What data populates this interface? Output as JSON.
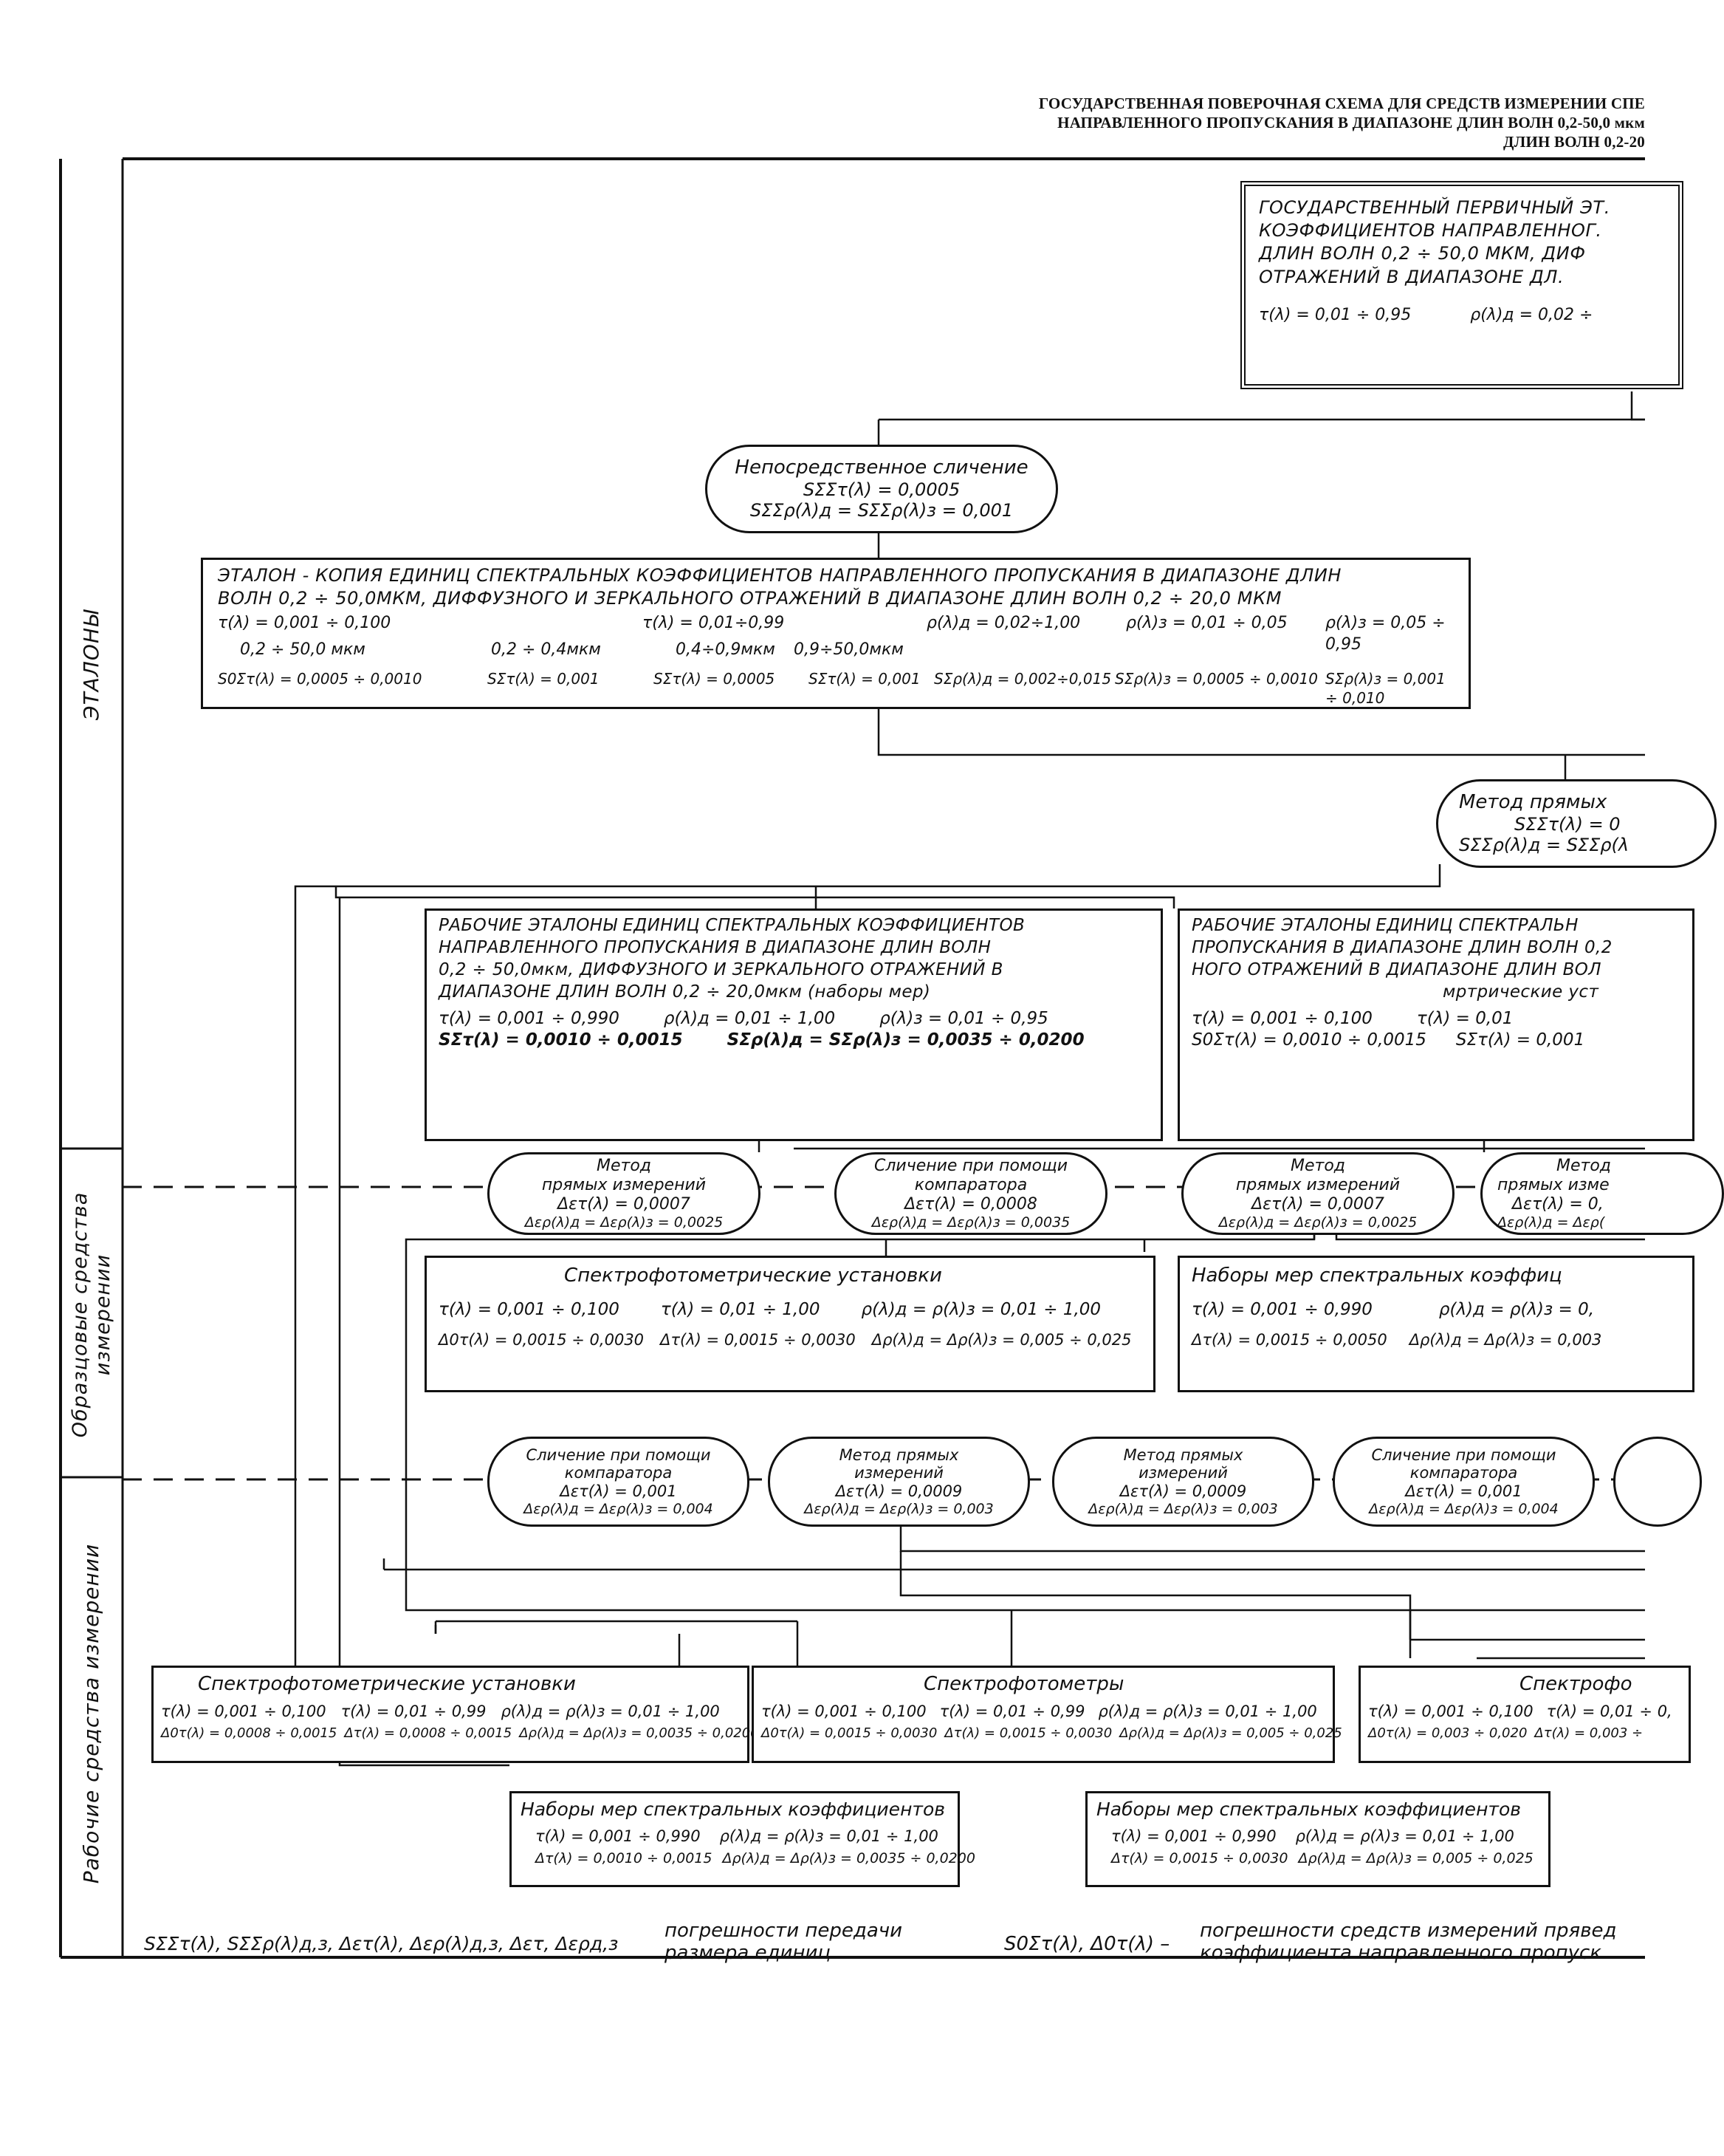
{
  "header": {
    "line1": "ГОСУДАРСТВЕННАЯ ПОВЕРОЧНАЯ СХЕМА ДЛЯ СРЕДСТВ ИЗМЕРЕНИИ СПЕ",
    "line2": "НАПРАВЛЕННОГО ПРОПУСКАНИЯ В ДИАПАЗОНЕ ДЛИН ВОЛН 0,2-50,0 мкм",
    "line3": "ДЛИН ВОЛН 0,2-20"
  },
  "sections": {
    "etalons": "ЭТАЛОНЫ",
    "reference_line1": "Образцовые средства",
    "reference_line2": "измерении",
    "working": "Рабочие  средства  измерении"
  },
  "primary": {
    "lines": [
      "ГОСУДАРСТВЕННЫЙ ПЕРВИЧНЫЙ ЭТ.",
      "КОЭФФИЦИЕНТОВ НАПРАВЛЕННОГ.",
      "ДЛИН ВОЛН 0,2 ÷ 50,0 МКМ, ДИФ",
      "ОТРАЖЕНИЙ В ДИАПАЗОНЕ ДЛ."
    ],
    "param1": "τ(λ) = 0,01 ÷ 0,95",
    "param2": "ρ(λ)д = 0,02 ÷"
  },
  "method1": {
    "title": "Непосредственное сличение",
    "l2": "SΣΣτ(λ) = 0,0005",
    "l3": "SΣΣρ(λ)д = SΣΣρ(λ)з = 0,001"
  },
  "copy": {
    "line1": "ЭТАЛОН - КОПИЯ  ЕДИНИЦ  СПЕКТРАЛЬНЫХ  КОЭФФИЦИЕНТОВ  НАПРАВЛЕННОГО  ПРОПУСКАНИЯ  В  ДИАПАЗОНЕ  ДЛИН",
    "line2": "ВОЛН 0,2 ÷ 50,0МКМ, ДИФФУЗНОГО И ЗЕРКАЛЬНОГО ОТРАЖЕНИЙ В ДИАПАЗОНЕ  ДЛИН  ВОЛН 0,2 ÷ 20,0 МКМ",
    "r1": [
      "τ(λ) = 0,001 ÷ 0,100",
      "τ(λ) = 0,01÷0,99",
      "ρ(λ)д = 0,02÷1,00",
      "ρ(λ)з = 0,01 ÷ 0,05",
      "ρ(λ)з = 0,05 ÷ 0,95"
    ],
    "r2": [
      "0,2 ÷ 50,0 мкм",
      "0,2 ÷ 0,4мкм",
      "0,4÷0,9мкм",
      "0,9÷50,0мкм"
    ],
    "r3": [
      "S0Στ(λ) = 0,0005 ÷ 0,0010",
      "SΣτ(λ) = 0,001",
      "SΣτ(λ) = 0,0005",
      "SΣτ(λ) = 0,001",
      "SΣρ(λ)д = 0,002÷0,015",
      "SΣρ(λ)з = 0,0005 ÷ 0,0010",
      "SΣρ(λ)з = 0,001 ÷ 0,010"
    ]
  },
  "method2": {
    "title": "Метод прямых",
    "l2": "SΣΣτ(λ) = 0",
    "l3": "SΣΣρ(λ)д = SΣΣρ(λ"
  },
  "work_left": {
    "lines": [
      "РАБОЧИЕ ЭТАЛОНЫ ЕДИНИЦ СПЕКТРАЛЬНЫХ КОЭФФИЦИЕНТОВ",
      "НАПРАВЛЕННОГО ПРОПУСКАНИЯ В ДИАПАЗОНЕ ДЛИН ВОЛН",
      "0,2 ÷ 50,0мкм, ДИФФУЗНОГО И ЗЕРКАЛЬНОГО ОТРАЖЕНИЙ В",
      "ДИАПАЗОНЕ ДЛИН ВОЛН 0,2 ÷ 20,0мкм (наборы мер)"
    ],
    "p": [
      "τ(λ) = 0,001 ÷ 0,990",
      "ρ(λ)д = 0,01 ÷ 1,00",
      "ρ(λ)з = 0,01 ÷ 0,95"
    ],
    "s": [
      "SΣτ(λ) = 0,0010 ÷ 0,0015",
      "SΣρ(λ)д = SΣρ(λ)з = 0,0035 ÷ 0,0200"
    ]
  },
  "work_right": {
    "lines": [
      "РАБОЧИЕ ЭТАЛОНЫ ЕДИНИЦ СПЕКТРАЛЬН",
      "ПРОПУСКАНИЯ В ДИАПАЗОНЕ ДЛИН ВОЛН 0,2",
      "НОГО ОТРАЖЕНИЙ В ДИАПАЗОНЕ ДЛИН ВОЛ",
      "мртрические уст"
    ],
    "p": [
      "τ(λ) = 0,001 ÷ 0,100",
      "τ(λ) = 0,01"
    ],
    "s": [
      "S0Στ(λ) = 0,0010 ÷ 0,0015",
      "SΣτ(λ) = 0,001"
    ]
  },
  "m_row1": [
    {
      "l1": "Метод",
      "l2": "прямых измерений",
      "l3": "Δετ(λ) = 0,0007",
      "l4": "Δερ(λ)д = Δερ(λ)з = 0,0025"
    },
    {
      "l1": "Сличение при помощи",
      "l2": "компаратора",
      "l3": "Δετ(λ) = 0,0008",
      "l4": "Δερ(λ)д = Δερ(λ)з = 0,0035"
    },
    {
      "l1": "Метод",
      "l2": "прямых измерений",
      "l3": "Δετ(λ) = 0,0007",
      "l4": "Δερ(λ)д = Δερ(λ)з = 0,0025"
    },
    {
      "l1": "Метод",
      "l2": "прямых изме",
      "l3": "Δετ(λ) = 0,",
      "l4": "Δερ(λ)д = Δερ("
    }
  ],
  "ref_left": {
    "title": "Спектрофотометрические установки",
    "r1": [
      "τ(λ) = 0,001 ÷ 0,100",
      "τ(λ) = 0,01 ÷ 1,00",
      "ρ(λ)д = ρ(λ)з = 0,01 ÷ 1,00"
    ],
    "r2": [
      "Δ0τ(λ) = 0,0015 ÷ 0,0030",
      "Δτ(λ) = 0,0015 ÷ 0,0030",
      "Δρ(λ)д = Δρ(λ)з = 0,005 ÷ 0,025"
    ]
  },
  "ref_right": {
    "title": "Наборы мер спектральных коэффиц",
    "r1": [
      "τ(λ) = 0,001 ÷ 0,990",
      "ρ(λ)д = ρ(λ)з = 0,"
    ],
    "r2": [
      "Δτ(λ) = 0,0015 ÷ 0,0050",
      "Δρ(λ)д = Δρ(λ)з = 0,003"
    ]
  },
  "m_row2": [
    {
      "l1": "Сличение при помощи",
      "l2": "компаратора",
      "l3": "Δετ(λ) = 0,001",
      "l4": "Δερ(λ)д = Δερ(λ)з = 0,004"
    },
    {
      "l1": "Метод прямых",
      "l2": "измерений",
      "l3": "Δετ(λ) = 0,0009",
      "l4": "Δερ(λ)д = Δερ(λ)з = 0,003"
    },
    {
      "l1": "Метод прямых",
      "l2": "измерений",
      "l3": "Δετ(λ) = 0,0009",
      "l4": "Δερ(λ)д = Δερ(λ)з = 0,003"
    },
    {
      "l1": "Сличение при помощи",
      "l2": "компаратора",
      "l3": "Δετ(λ) = 0,001",
      "l4": "Δερ(λ)д = Δερ(λ)з = 0,004"
    }
  ],
  "wk1": {
    "title": "Спектрофотометрические  установки",
    "r1": [
      "τ(λ) = 0,001 ÷ 0,100",
      "τ(λ) = 0,01 ÷ 0,99",
      "ρ(λ)д = ρ(λ)з = 0,01 ÷ 1,00"
    ],
    "r2": [
      "Δ0τ(λ) = 0,0008 ÷ 0,0015",
      "Δτ(λ) = 0,0008 ÷ 0,0015",
      "Δρ(λ)д = Δρ(λ)з = 0,0035 ÷ 0,0200"
    ]
  },
  "wk2": {
    "title": "Спектрофотометры",
    "r1": [
      "τ(λ) = 0,001 ÷ 0,100",
      "τ(λ) = 0,01 ÷ 0,99",
      "ρ(λ)д = ρ(λ)з = 0,01 ÷ 1,00"
    ],
    "r2": [
      "Δ0τ(λ) = 0,0015 ÷ 0,0030",
      "Δτ(λ) = 0,0015 ÷ 0,0030",
      "Δρ(λ)д = Δρ(λ)з = 0,005 ÷ 0,025"
    ]
  },
  "wk3": {
    "title": "Спектрофо",
    "r1": [
      "τ(λ) = 0,001 ÷ 0,100",
      "τ(λ) = 0,01 ÷ 0,"
    ],
    "r2": [
      "Δ0τ(λ) = 0,003 ÷ 0,020",
      "Δτ(λ) = 0,003 ÷"
    ]
  },
  "wk4": {
    "title": "Наборы мер спектральных коэффициентов",
    "r1": [
      "τ(λ) = 0,001 ÷ 0,990",
      "ρ(λ)д = ρ(λ)з = 0,01 ÷ 1,00"
    ],
    "r2": [
      "Δτ(λ) = 0,0010 ÷ 0,0015",
      "Δρ(λ)д = Δρ(λ)з = 0,0035 ÷ 0,0200"
    ]
  },
  "wk5": {
    "title": "Наборы мер спектральных коэффициентов",
    "r1": [
      "τ(λ) = 0,001 ÷ 0,990",
      "ρ(λ)д = ρ(λ)з = 0,01 ÷ 1,00"
    ],
    "r2": [
      "Δτ(λ) = 0,0015 ÷ 0,0030",
      "Δρ(λ)д = Δρ(λ)з = 0,005 ÷ 0,025"
    ]
  },
  "legend": {
    "symbols1": "SΣΣτ(λ), SΣΣρ(λ)д,з, Δετ(λ), Δερ(λ)д,з, Δετ, Δερд,з",
    "desc1a": "погрешности передачи",
    "desc1b": "размера единиц",
    "symbols2": "S0Στ(λ), Δ0τ(λ) –",
    "desc2a": "погрешности средств измерений прявед",
    "desc2b": "коэффициента направленного пропуск"
  }
}
